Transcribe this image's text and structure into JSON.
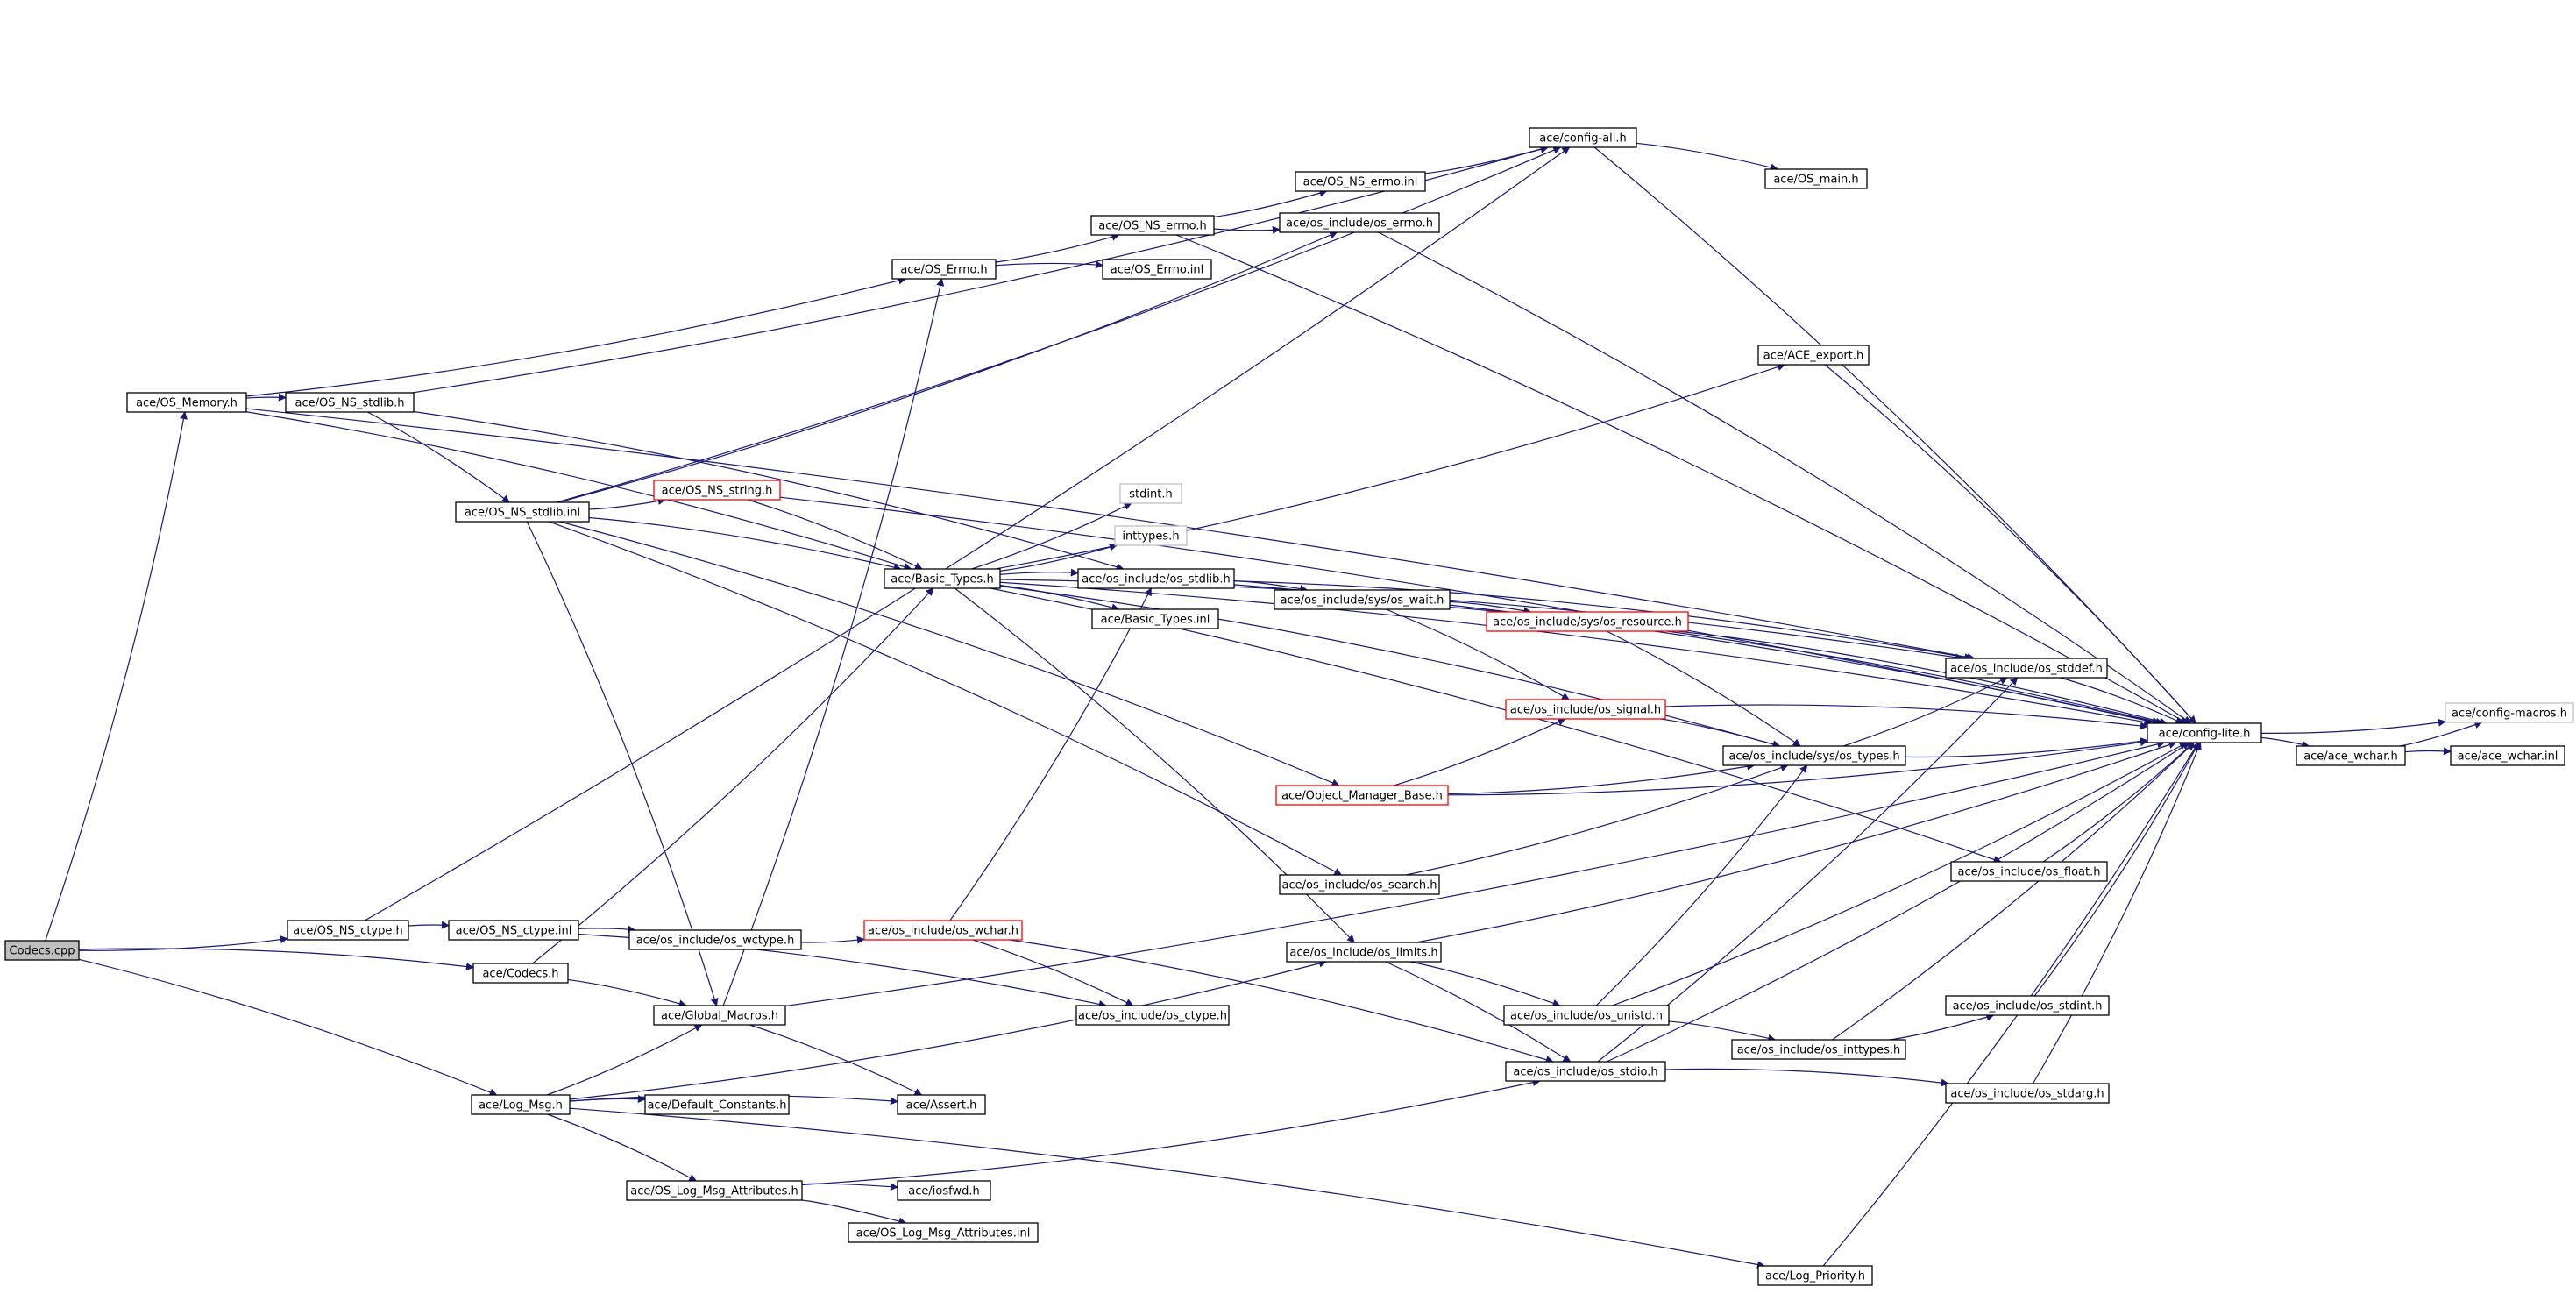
{
  "graph": {
    "nodes": [
      {
        "id": "codecs_cpp",
        "label": "Codecs.cpp",
        "style": "root"
      },
      {
        "id": "os_memory",
        "label": "ace/OS_Memory.h",
        "style": "normal"
      },
      {
        "id": "os_ns_stdlib_h",
        "label": "ace/OS_NS_stdlib.h",
        "style": "normal"
      },
      {
        "id": "os_ns_stdlib_inl",
        "label": "ace/OS_NS_stdlib.inl",
        "style": "normal"
      },
      {
        "id": "os_ns_string",
        "label": "ace/OS_NS_string.h",
        "style": "red"
      },
      {
        "id": "basic_types",
        "label": "ace/Basic_Types.h",
        "style": "normal"
      },
      {
        "id": "os_errno_h",
        "label": "ace/OS_Errno.h",
        "style": "normal"
      },
      {
        "id": "os_errno_inl",
        "label": "ace/OS_Errno.inl",
        "style": "normal"
      },
      {
        "id": "os_ns_errno_h",
        "label": "ace/OS_NS_errno.h",
        "style": "normal"
      },
      {
        "id": "os_ns_errno_inl",
        "label": "ace/OS_NS_errno.inl",
        "style": "normal"
      },
      {
        "id": "os_include_errno",
        "label": "ace/os_include/os_errno.h",
        "style": "normal"
      },
      {
        "id": "config_all",
        "label": "ace/config-all.h",
        "style": "normal"
      },
      {
        "id": "os_main",
        "label": "ace/OS_main.h",
        "style": "normal"
      },
      {
        "id": "ace_export",
        "label": "ace/ACE_export.h",
        "style": "normal"
      },
      {
        "id": "stdint",
        "label": "stdint.h",
        "style": "gray"
      },
      {
        "id": "inttypes",
        "label": "inttypes.h",
        "style": "gray"
      },
      {
        "id": "os_include_stdlib",
        "label": "ace/os_include/os_stdlib.h",
        "style": "normal"
      },
      {
        "id": "basic_types_inl",
        "label": "ace/Basic_Types.inl",
        "style": "normal"
      },
      {
        "id": "sys_os_wait",
        "label": "ace/os_include/sys/os_wait.h",
        "style": "normal"
      },
      {
        "id": "sys_os_resource",
        "label": "ace/os_include/sys/os_resource.h",
        "style": "red"
      },
      {
        "id": "os_stddef",
        "label": "ace/os_include/os_stddef.h",
        "style": "normal"
      },
      {
        "id": "os_signal",
        "label": "ace/os_include/os_signal.h",
        "style": "red"
      },
      {
        "id": "sys_os_types",
        "label": "ace/os_include/sys/os_types.h",
        "style": "normal"
      },
      {
        "id": "object_manager_base",
        "label": "ace/Object_Manager_Base.h",
        "style": "red"
      },
      {
        "id": "config_lite",
        "label": "ace/config-lite.h",
        "style": "normal"
      },
      {
        "id": "config_macros",
        "label": "ace/config-macros.h",
        "style": "gray"
      },
      {
        "id": "ace_wchar_h",
        "label": "ace/ace_wchar.h",
        "style": "normal"
      },
      {
        "id": "ace_wchar_inl",
        "label": "ace/ace_wchar.inl",
        "style": "normal"
      },
      {
        "id": "os_float",
        "label": "ace/os_include/os_float.h",
        "style": "normal"
      },
      {
        "id": "os_search",
        "label": "ace/os_include/os_search.h",
        "style": "normal"
      },
      {
        "id": "os_ns_ctype_h",
        "label": "ace/OS_NS_ctype.h",
        "style": "normal"
      },
      {
        "id": "os_ns_ctype_inl",
        "label": "ace/OS_NS_ctype.inl",
        "style": "normal"
      },
      {
        "id": "os_wctype",
        "label": "ace/os_include/os_wctype.h",
        "style": "normal"
      },
      {
        "id": "os_wchar",
        "label": "ace/os_include/os_wchar.h",
        "style": "red"
      },
      {
        "id": "os_limits",
        "label": "ace/os_include/os_limits.h",
        "style": "normal"
      },
      {
        "id": "codecs_h",
        "label": "ace/Codecs.h",
        "style": "normal"
      },
      {
        "id": "global_macros",
        "label": "ace/Global_Macros.h",
        "style": "normal"
      },
      {
        "id": "os_ctype",
        "label": "ace/os_include/os_ctype.h",
        "style": "normal"
      },
      {
        "id": "os_unistd",
        "label": "ace/os_include/os_unistd.h",
        "style": "normal"
      },
      {
        "id": "os_stdint",
        "label": "ace/os_include/os_stdint.h",
        "style": "normal"
      },
      {
        "id": "os_inttypes",
        "label": "ace/os_include/os_inttypes.h",
        "style": "normal"
      },
      {
        "id": "log_msg",
        "label": "ace/Log_Msg.h",
        "style": "normal"
      },
      {
        "id": "default_constants",
        "label": "ace/Default_Constants.h",
        "style": "normal"
      },
      {
        "id": "assert_h",
        "label": "ace/Assert.h",
        "style": "normal"
      },
      {
        "id": "os_stdio",
        "label": "ace/os_include/os_stdio.h",
        "style": "normal"
      },
      {
        "id": "os_stdarg",
        "label": "ace/os_include/os_stdarg.h",
        "style": "normal"
      },
      {
        "id": "os_log_msg_attr_h",
        "label": "ace/OS_Log_Msg_Attributes.h",
        "style": "normal"
      },
      {
        "id": "iosfwd",
        "label": "ace/iosfwd.h",
        "style": "normal"
      },
      {
        "id": "os_log_msg_attr_inl",
        "label": "ace/OS_Log_Msg_Attributes.inl",
        "style": "normal"
      },
      {
        "id": "log_priority",
        "label": "ace/Log_Priority.h",
        "style": "normal"
      }
    ],
    "edges": [
      [
        "codecs_cpp",
        "os_memory"
      ],
      [
        "codecs_cpp",
        "os_ns_ctype_h"
      ],
      [
        "codecs_cpp",
        "codecs_h"
      ],
      [
        "codecs_cpp",
        "log_msg"
      ],
      [
        "os_memory",
        "os_ns_stdlib_h"
      ],
      [
        "os_memory",
        "os_errno_h"
      ],
      [
        "os_memory",
        "basic_types"
      ],
      [
        "os_memory",
        "os_stddef"
      ],
      [
        "os_ns_stdlib_h",
        "os_ns_stdlib_inl"
      ],
      [
        "os_ns_stdlib_h",
        "config_all"
      ],
      [
        "os_ns_stdlib_h",
        "os_include_stdlib"
      ],
      [
        "os_ns_stdlib_inl",
        "os_ns_string"
      ],
      [
        "os_ns_stdlib_inl",
        "basic_types"
      ],
      [
        "os_ns_stdlib_inl",
        "config_all"
      ],
      [
        "os_ns_stdlib_inl",
        "os_include_errno"
      ],
      [
        "os_ns_stdlib_inl",
        "object_manager_base"
      ],
      [
        "os_ns_stdlib_inl",
        "os_search"
      ],
      [
        "os_ns_stdlib_inl",
        "global_macros"
      ],
      [
        "os_ns_string",
        "basic_types"
      ],
      [
        "os_ns_string",
        "config_lite"
      ],
      [
        "basic_types",
        "stdint"
      ],
      [
        "basic_types",
        "inttypes"
      ],
      [
        "basic_types",
        "os_include_stdlib"
      ],
      [
        "basic_types",
        "basic_types_inl"
      ],
      [
        "basic_types",
        "ace_export"
      ],
      [
        "basic_types",
        "config_lite"
      ],
      [
        "basic_types",
        "os_stddef"
      ],
      [
        "basic_types",
        "sys_os_types"
      ],
      [
        "basic_types",
        "os_float"
      ],
      [
        "basic_types",
        "os_limits"
      ],
      [
        "os_errno_h",
        "os_ns_errno_h"
      ],
      [
        "os_errno_h",
        "os_errno_inl"
      ],
      [
        "os_ns_errno_h",
        "os_ns_errno_inl"
      ],
      [
        "os_ns_errno_h",
        "os_include_errno"
      ],
      [
        "os_ns_errno_h",
        "config_lite"
      ],
      [
        "os_ns_errno_inl",
        "config_all"
      ],
      [
        "os_include_errno",
        "config_lite"
      ],
      [
        "config_all",
        "os_main"
      ],
      [
        "config_all",
        "config_lite"
      ],
      [
        "ace_export",
        "config_lite"
      ],
      [
        "os_include_stdlib",
        "sys_os_wait"
      ],
      [
        "os_include_stdlib",
        "os_stddef"
      ],
      [
        "os_include_stdlib",
        "config_lite"
      ],
      [
        "sys_os_wait",
        "sys_os_resource"
      ],
      [
        "sys_os_wait",
        "os_signal"
      ],
      [
        "sys_os_wait",
        "config_lite"
      ],
      [
        "sys_os_resource",
        "sys_os_types"
      ],
      [
        "sys_os_resource",
        "config_lite"
      ],
      [
        "os_stddef",
        "config_lite"
      ],
      [
        "os_signal",
        "sys_os_types"
      ],
      [
        "os_signal",
        "config_lite"
      ],
      [
        "sys_os_types",
        "os_stddef"
      ],
      [
        "sys_os_types",
        "config_lite"
      ],
      [
        "object_manager_base",
        "os_signal"
      ],
      [
        "object_manager_base",
        "sys_os_types"
      ],
      [
        "object_manager_base",
        "config_lite"
      ],
      [
        "config_lite",
        "config_macros"
      ],
      [
        "config_lite",
        "ace_wchar_h"
      ],
      [
        "ace_wchar_h",
        "config_macros"
      ],
      [
        "ace_wchar_h",
        "ace_wchar_inl"
      ],
      [
        "os_float",
        "config_lite"
      ],
      [
        "os_search",
        "sys_os_types"
      ],
      [
        "os_ns_ctype_h",
        "os_ns_ctype_inl"
      ],
      [
        "os_ns_ctype_h",
        "config_all"
      ],
      [
        "os_ns_ctype_inl",
        "os_wctype"
      ],
      [
        "os_ns_ctype_inl",
        "os_ctype"
      ],
      [
        "os_wctype",
        "os_wchar"
      ],
      [
        "os_wchar",
        "os_include_stdlib"
      ],
      [
        "os_wchar",
        "os_ctype"
      ],
      [
        "os_wchar",
        "os_stdio"
      ],
      [
        "os_limits",
        "os_unistd"
      ],
      [
        "os_limits",
        "os_stdio"
      ],
      [
        "os_limits",
        "config_lite"
      ],
      [
        "codecs_h",
        "basic_types"
      ],
      [
        "codecs_h",
        "global_macros"
      ],
      [
        "global_macros",
        "os_errno_h"
      ],
      [
        "global_macros",
        "assert_h"
      ],
      [
        "global_macros",
        "config_lite"
      ],
      [
        "os_unistd",
        "sys_os_types"
      ],
      [
        "os_unistd",
        "os_inttypes"
      ],
      [
        "os_unistd",
        "config_lite"
      ],
      [
        "os_inttypes",
        "os_stdint"
      ],
      [
        "os_inttypes",
        "config_lite"
      ],
      [
        "os_stdint",
        "config_lite"
      ],
      [
        "log_msg",
        "global_macros"
      ],
      [
        "log_msg",
        "default_constants"
      ],
      [
        "log_msg",
        "assert_h"
      ],
      [
        "log_msg",
        "os_log_msg_attr_h"
      ],
      [
        "log_msg",
        "log_priority"
      ],
      [
        "log_msg",
        "os_limits"
      ],
      [
        "os_stdio",
        "os_stddef"
      ],
      [
        "os_stdio",
        "os_stdarg"
      ],
      [
        "os_stdio",
        "config_lite"
      ],
      [
        "os_stdarg",
        "config_lite"
      ],
      [
        "os_log_msg_attr_h",
        "iosfwd"
      ],
      [
        "os_log_msg_attr_h",
        "os_log_msg_attr_inl"
      ],
      [
        "os_log_msg_attr_h",
        "os_stdio"
      ],
      [
        "log_priority",
        "config_lite"
      ]
    ]
  }
}
